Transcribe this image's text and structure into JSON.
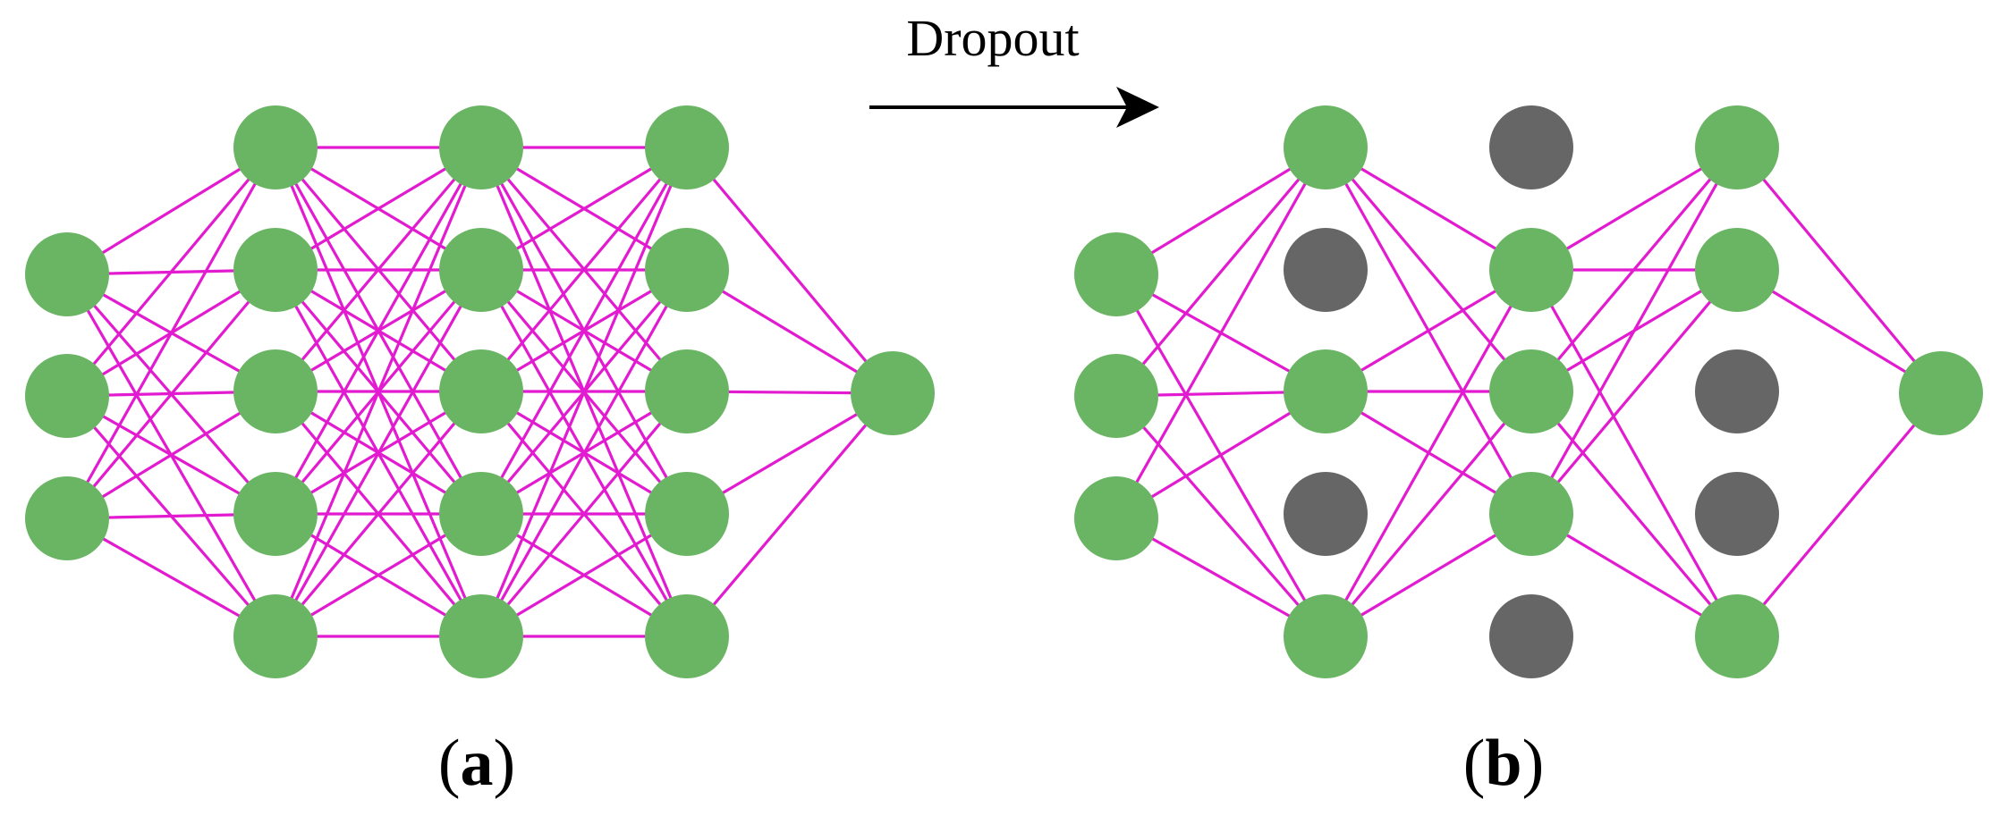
{
  "arrow_label": "Dropout",
  "colors": {
    "active_node": "#6ab564",
    "dropped_node": "#666666",
    "edge": "#e21bd0",
    "text": "#000000"
  },
  "panels": [
    {
      "caption_open": "(",
      "caption_letter": "a",
      "caption_close": ")",
      "layers": [
        {
          "nodes": [
            "active",
            "active",
            "active"
          ]
        },
        {
          "nodes": [
            "active",
            "active",
            "active",
            "active",
            "active"
          ]
        },
        {
          "nodes": [
            "active",
            "active",
            "active",
            "active",
            "active"
          ]
        },
        {
          "nodes": [
            "active",
            "active",
            "active",
            "active",
            "active"
          ]
        },
        {
          "nodes": [
            "active"
          ]
        }
      ]
    },
    {
      "caption_open": "(",
      "caption_letter": "b",
      "caption_close": ")",
      "layers": [
        {
          "nodes": [
            "active",
            "active",
            "active"
          ]
        },
        {
          "nodes": [
            "active",
            "dropped",
            "active",
            "dropped",
            "active"
          ]
        },
        {
          "nodes": [
            "dropped",
            "active",
            "active",
            "active",
            "dropped"
          ]
        },
        {
          "nodes": [
            "active",
            "active",
            "dropped",
            "dropped",
            "active"
          ]
        },
        {
          "nodes": [
            "active"
          ]
        }
      ]
    }
  ]
}
